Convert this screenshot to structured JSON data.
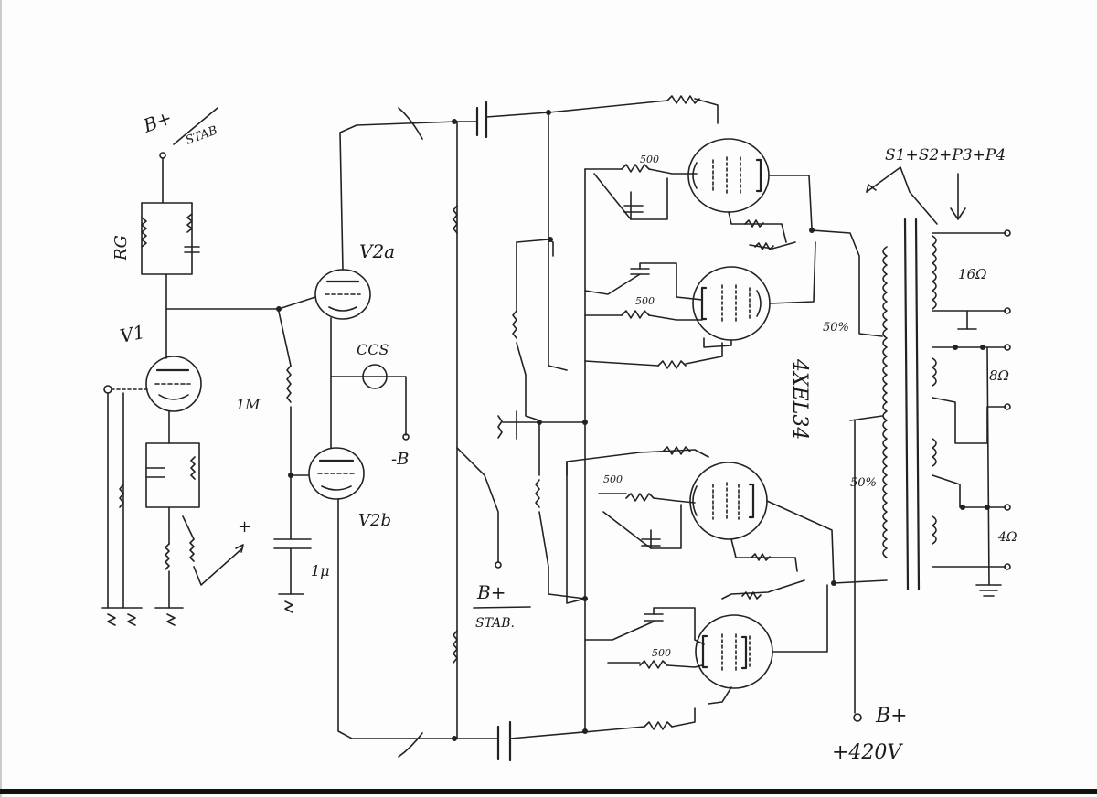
{
  "labels": {
    "bplus_stab_top": "B+",
    "bplus_stab_top_sub": "STAB",
    "rg": "RG",
    "v1": "V1",
    "v2a": "V2a",
    "v2b": "V2b",
    "ccs": "CCS",
    "r_1m": "1M",
    "minus_b": "-B",
    "plus": "+",
    "c_1u": "1μ",
    "bplus_stab_mid": "B+",
    "bplus_stab_mid_sub": "STAB.",
    "r500_1": "500",
    "r500_2": "500",
    "r500_3": "500",
    "r500_4": "500",
    "tubes": "4XEL34",
    "tap_50_1": "50%",
    "tap_50_2": "50%",
    "secondary": "S1+S2+P3+P4",
    "ohm16": "16Ω",
    "ohm8": "8Ω",
    "ohm4": "4Ω",
    "bplus_out": "B+",
    "hv": "+420V"
  }
}
